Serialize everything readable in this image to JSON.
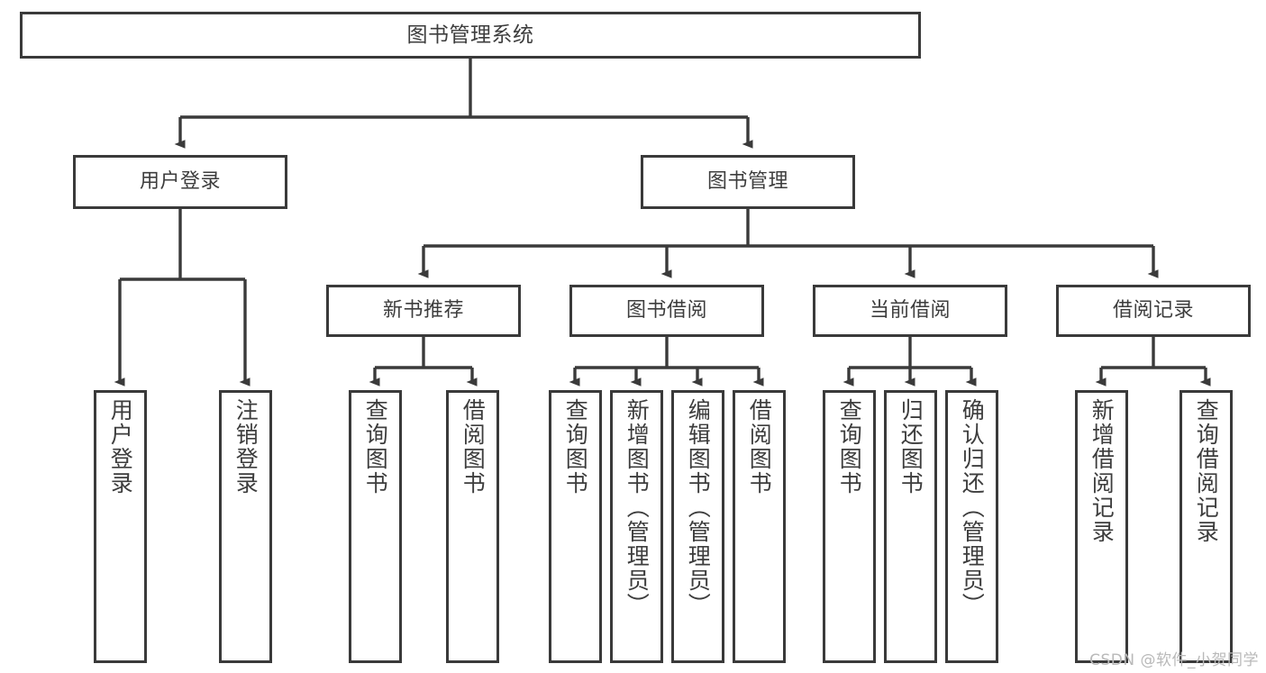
{
  "diagram": {
    "type": "tree",
    "title": "图书管理系统",
    "watermark": "CSDN @软件_小贺同学",
    "edge_color": "#3a3a3a",
    "box_border_color": "#3a3a3a",
    "box_fill_color": "#ffffff",
    "text_color": "#3d3d3d",
    "levels": [
      {
        "level": 1,
        "nodes": [
          {
            "id": "root",
            "label": "图书管理系统",
            "orientation": "horizontal"
          }
        ]
      },
      {
        "level": 2,
        "nodes": [
          {
            "id": "user-login",
            "label": "用户登录",
            "orientation": "horizontal",
            "parent": "root"
          },
          {
            "id": "book-manage",
            "label": "图书管理",
            "orientation": "horizontal",
            "parent": "root"
          }
        ]
      },
      {
        "level": 3,
        "nodes": [
          {
            "id": "new-book-recommend",
            "label": "新书推荐",
            "orientation": "horizontal",
            "parent": "book-manage"
          },
          {
            "id": "book-borrow",
            "label": "图书借阅",
            "orientation": "horizontal",
            "parent": "book-manage"
          },
          {
            "id": "current-borrow",
            "label": "当前借阅",
            "orientation": "horizontal",
            "parent": "book-manage"
          },
          {
            "id": "borrow-record",
            "label": "借阅记录",
            "orientation": "horizontal",
            "parent": "book-manage"
          }
        ]
      },
      {
        "level": 4,
        "nodes": [
          {
            "id": "leaf-user-login",
            "label": "用户登录",
            "orientation": "vertical",
            "parent": "user-login"
          },
          {
            "id": "leaf-logout-login",
            "label": "注销登录",
            "orientation": "vertical",
            "parent": "user-login"
          },
          {
            "id": "leaf-query-book-1",
            "label": "查询图书",
            "orientation": "vertical",
            "parent": "new-book-recommend"
          },
          {
            "id": "leaf-borrow-book-1",
            "label": "借阅图书",
            "orientation": "vertical",
            "parent": "new-book-recommend"
          },
          {
            "id": "leaf-query-book-2",
            "label": "查询图书",
            "orientation": "vertical",
            "parent": "book-borrow"
          },
          {
            "id": "leaf-add-book",
            "label": "新增图书（管理员）",
            "orientation": "vertical",
            "parent": "book-borrow"
          },
          {
            "id": "leaf-edit-book",
            "label": "编辑图书（管理员）",
            "orientation": "vertical",
            "parent": "book-borrow"
          },
          {
            "id": "leaf-borrow-book-2",
            "label": "借阅图书",
            "orientation": "vertical",
            "parent": "book-borrow"
          },
          {
            "id": "leaf-query-book-3",
            "label": "查询图书",
            "orientation": "vertical",
            "parent": "current-borrow"
          },
          {
            "id": "leaf-return-book",
            "label": "归还图书",
            "orientation": "vertical",
            "parent": "current-borrow"
          },
          {
            "id": "leaf-confirm-return",
            "label": "确认归还（管理员）",
            "orientation": "vertical",
            "parent": "current-borrow"
          },
          {
            "id": "leaf-add-record",
            "label": "新增借阅记录",
            "orientation": "vertical",
            "parent": "borrow-record"
          },
          {
            "id": "leaf-query-record",
            "label": "查询借阅记录",
            "orientation": "vertical",
            "parent": "borrow-record"
          }
        ]
      }
    ]
  }
}
